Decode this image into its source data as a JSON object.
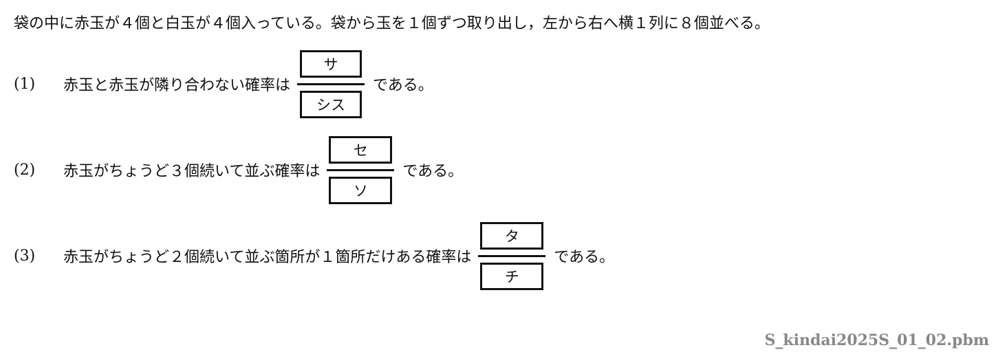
{
  "intro": "袋の中に赤玉が４個と白玉が４個入っている。袋から玉を１個ずつ取り出し，左から右へ横１列に８個並べる。",
  "problems": [
    {
      "number": "(1)",
      "text": "赤玉と赤玉が隣り合わない確率は",
      "numerator": "サ",
      "denominator": "シス",
      "suffix": "である。"
    },
    {
      "number": "(2)",
      "text": "赤玉がちょうど３個続いて並ぶ確率は",
      "numerator": "セ",
      "denominator": "ソ",
      "suffix": "である。"
    },
    {
      "number": "(3)",
      "text": "赤玉がちょうど２個続いて並ぶ箇所が１箇所だけある確率は",
      "numerator": "タ",
      "denominator": "チ",
      "suffix": "である。"
    }
  ],
  "footer": "S_kindai2025S_01_02.pbm"
}
